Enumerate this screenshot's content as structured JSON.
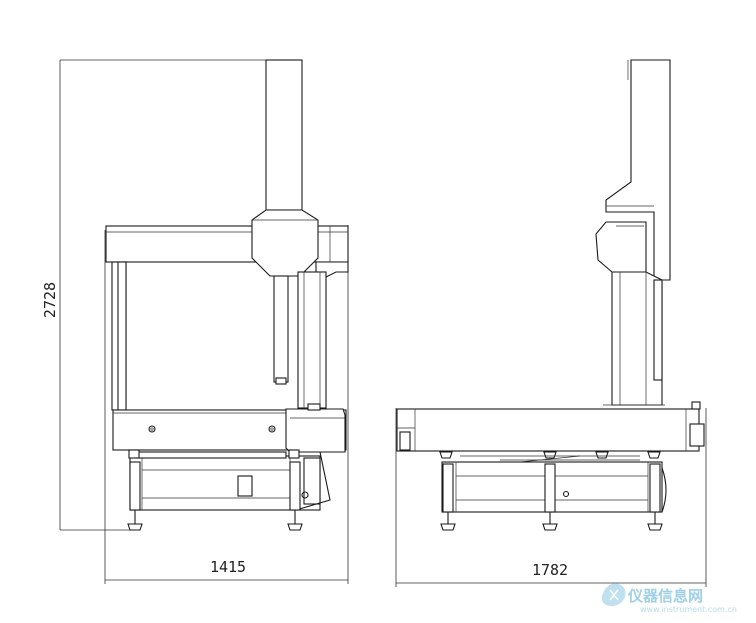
{
  "dimensions": {
    "height": "2728",
    "front_width": "1415",
    "side_width": "1782"
  },
  "watermark": {
    "brand": "仪器信息网",
    "url": "www.instrument.com.cn"
  },
  "colors": {
    "line": "#1a1a1a",
    "watermark": "#9fd0e6",
    "background": "#ffffff"
  }
}
